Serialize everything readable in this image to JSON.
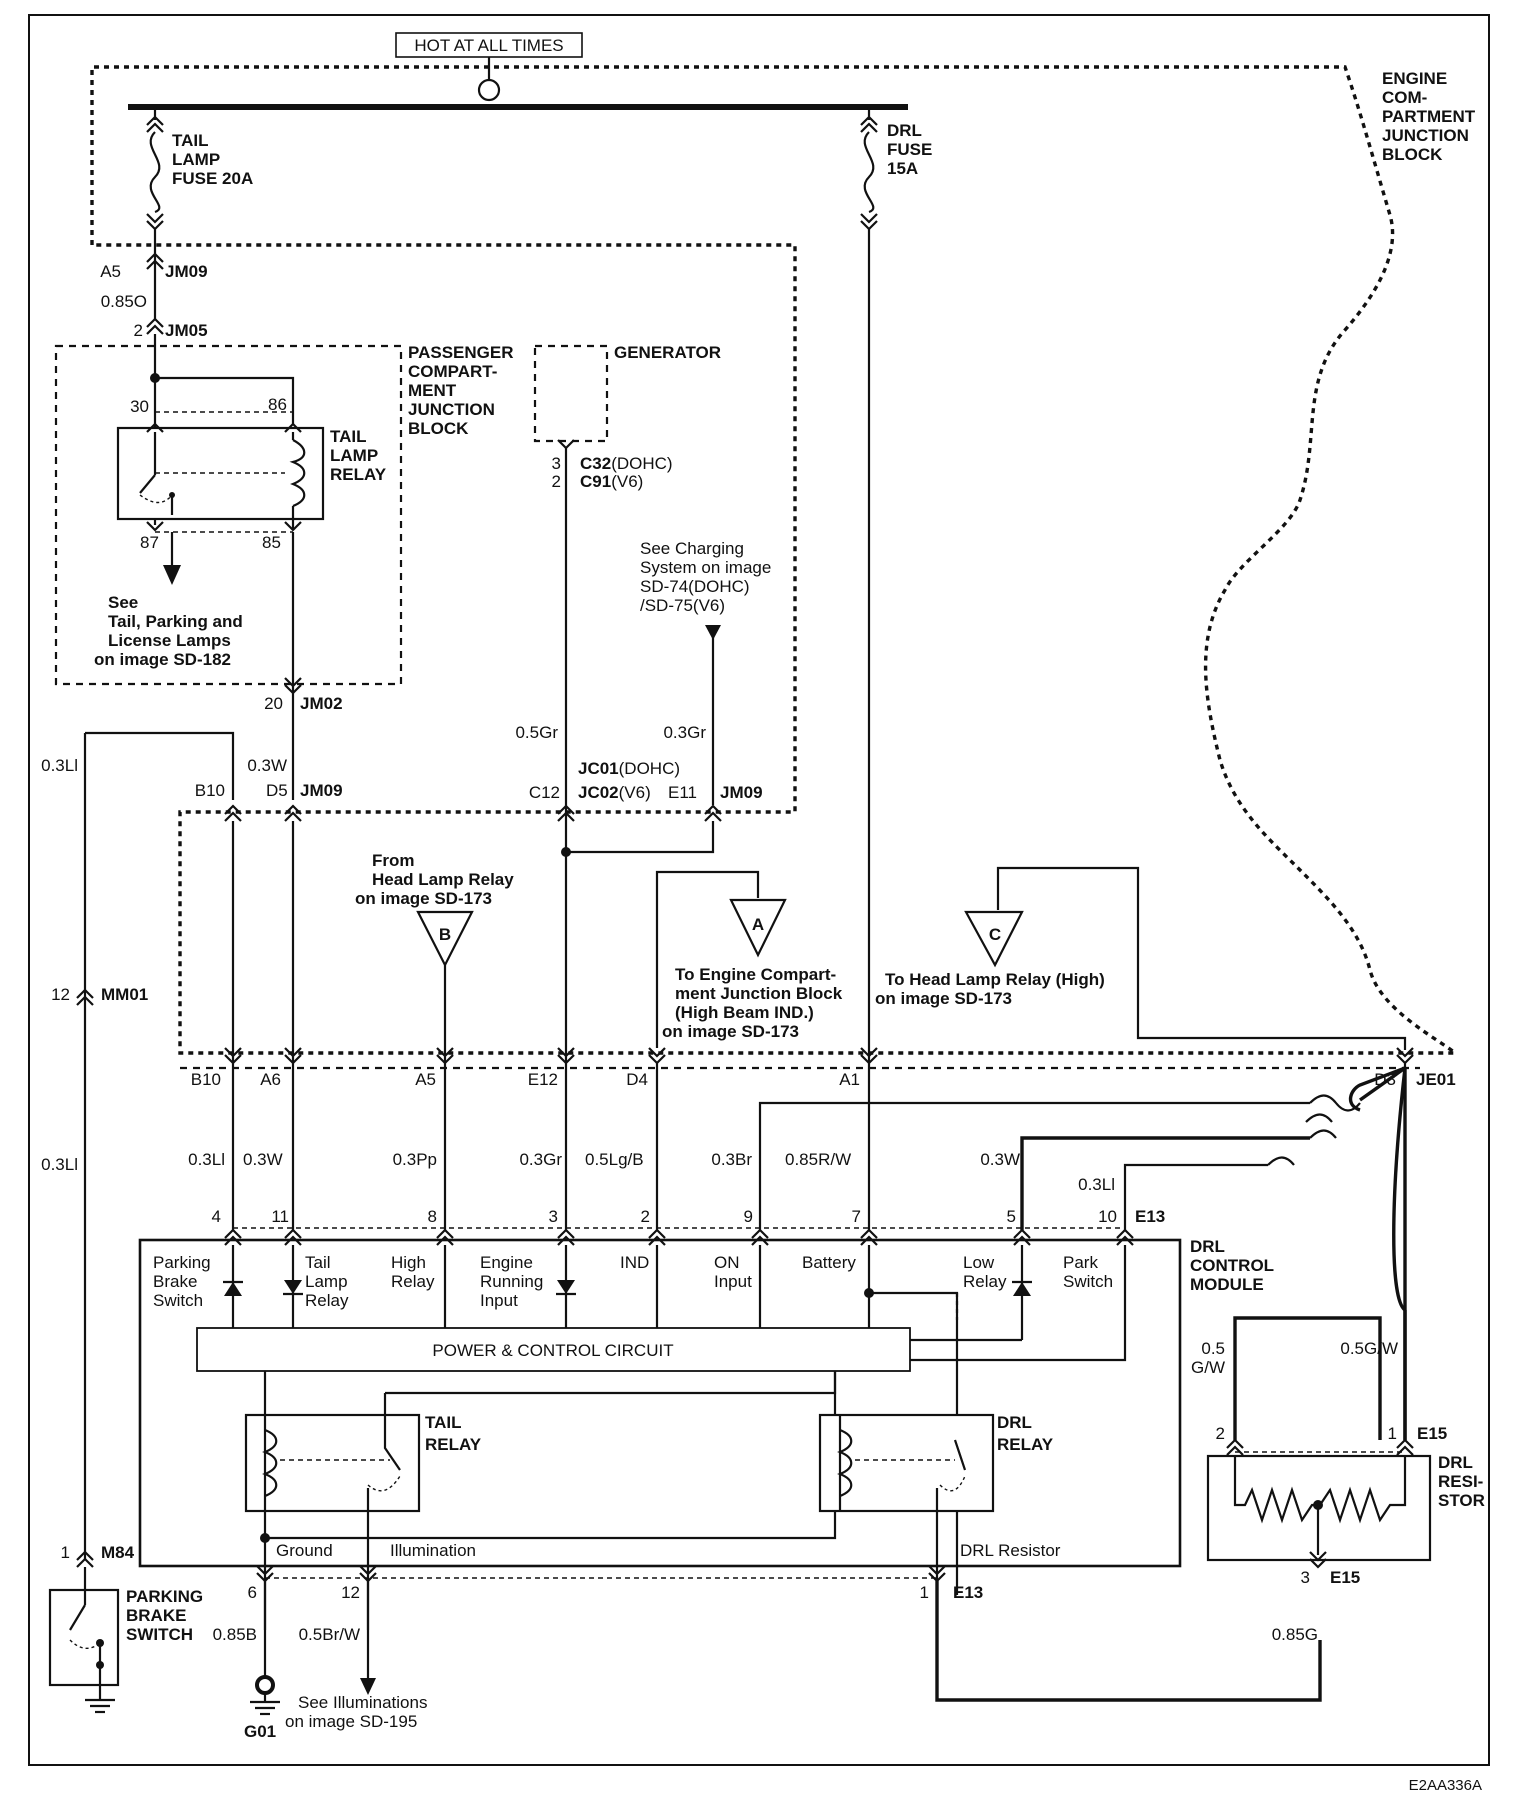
{
  "hot_label": "HOT AT ALL TIMES",
  "engine_block": [
    "ENGINE",
    "COM-",
    "PARTMENT",
    "JUNCTION",
    "BLOCK"
  ],
  "tail_fuse": [
    "TAIL",
    "LAMP",
    "FUSE 20A"
  ],
  "drl_fuse": [
    "DRL",
    "FUSE",
    "15A"
  ],
  "passenger_block": [
    "PASSENGER",
    "COMPART-",
    "MENT",
    "JUNCTION",
    "BLOCK"
  ],
  "generator": "GENERATOR",
  "gen_pins": {
    "p3": "3",
    "c32": "C32",
    "c32_suffix": "(DOHC)",
    "p2": "2",
    "c91": "C91",
    "c91_suffix": "(V6)"
  },
  "tail_relay_ext": [
    "TAIL",
    "LAMP",
    "RELAY"
  ],
  "relay_pins": {
    "p30": "30",
    "p86": "86",
    "p87": "87",
    "p85": "85"
  },
  "see_tail": [
    "See",
    "Tail, Parking and",
    "License Lamps",
    "on image SD-182"
  ],
  "see_charging": [
    "See Charging",
    "System on image",
    "SD-74(DOHC)",
    "/SD-75(V6)"
  ],
  "connectors": {
    "a5": "A5",
    "jm09_top": "JM09",
    "wire_085o": "0.85O",
    "p2": "2",
    "jm05": "JM05",
    "p20": "20",
    "jm02": "JM02",
    "b10": "B10",
    "d5": "D5",
    "jm09_mid": "JM09",
    "jc01": "JC01",
    "jc01_suffix": "(DOHC)",
    "c12": "C12",
    "jc02": "JC02",
    "jc02_suffix": "(V6)",
    "e11": "E11",
    "jm09_right": "JM09",
    "p12": "12",
    "mm01": "MM01",
    "b10_low": "B10",
    "a6": "A6",
    "a5_low": "A5",
    "e12": "E12",
    "d4": "D4",
    "a1": "A1",
    "d3": "D3",
    "je01": "JE01",
    "p1_m84": "1",
    "m84": "M84"
  },
  "wires": {
    "w03li_top": "0.3Ll",
    "w03w_top": "0.3W",
    "w05gr": "0.5Gr",
    "w03gr_top": "0.3Gr",
    "w03li_left": "0.3Ll",
    "w03li": "0.3Ll",
    "w03w": "0.3W",
    "w03pp": "0.3Pp",
    "w03gr": "0.3Gr",
    "w05lgb": "0.5Lg/B",
    "w03br": "0.3Br",
    "w085rw": "0.85R/W",
    "w03w_r": "0.3W",
    "w03li_r": "0.3Ll",
    "w05gw": [
      "0.5",
      "G/W"
    ],
    "w05gw_r": "0.5G/W",
    "w085b": "0.85B",
    "w05brw": "0.5Br/W",
    "w085g": "0.85G"
  },
  "refs": {
    "from_head": [
      "From",
      "Head Lamp Relay",
      "on image SD-173"
    ],
    "to_engine": [
      "To Engine Compart-",
      "ment Junction Block",
      "(High Beam IND.)",
      "on image SD-173"
    ],
    "to_head_high": [
      "To Head Lamp Relay (High)",
      "on image SD-173"
    ],
    "a": "A",
    "b": "B",
    "c": "C"
  },
  "module_pins": [
    "4",
    "11",
    "8",
    "3",
    "2",
    "9",
    "7",
    "5",
    "10",
    "E13"
  ],
  "module_title": [
    "DRL",
    "CONTROL",
    "MODULE"
  ],
  "module_inputs": {
    "parking": [
      "Parking",
      "Brake",
      "Switch"
    ],
    "tail": [
      "Tail",
      "Lamp",
      "Relay"
    ],
    "high": [
      "High",
      "Relay"
    ],
    "engine": [
      "Engine",
      "Running",
      "Input"
    ],
    "ind": "IND",
    "on": [
      "ON",
      "Input"
    ],
    "battery": "Battery",
    "low": [
      "Low",
      "Relay"
    ],
    "park": [
      "Park",
      "Switch"
    ]
  },
  "power_circuit": "POWER & CONTROL CIRCUIT",
  "tail_relay_int": [
    "TAIL",
    "RELAY"
  ],
  "drl_relay_int": [
    "DRL",
    "RELAY"
  ],
  "bottom_labels": {
    "ground": "Ground",
    "illumination": "Illumination",
    "drl_resistor": "DRL Resistor"
  },
  "bottom_pins": {
    "p6": "6",
    "p12": "12",
    "p1": "1",
    "e13": "E13"
  },
  "drl_resistor": [
    "DRL",
    "RESI-",
    "STOR"
  ],
  "resistor_pins": {
    "p2": "2",
    "p1": "1",
    "e15": "E15",
    "p3": "3",
    "e15_b": "E15"
  },
  "parking_switch": [
    "PARKING",
    "BRAKE",
    "SWITCH"
  ],
  "g01": "G01",
  "see_illum": [
    "See Illuminations",
    "on image SD-195"
  ],
  "figure_id": "E2AA336A"
}
